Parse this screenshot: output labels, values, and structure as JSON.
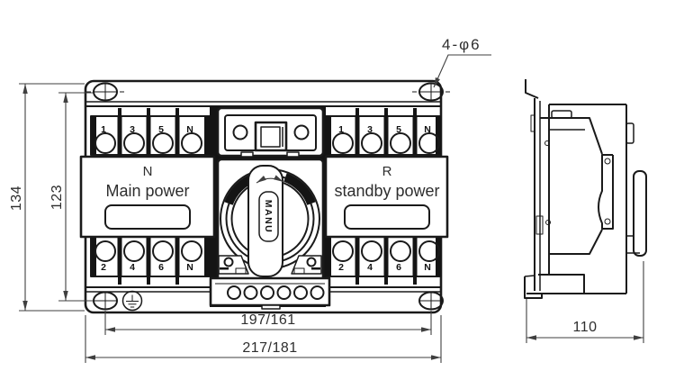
{
  "front_view": {
    "left_switch": {
      "tag": "N",
      "name": "Main power"
    },
    "right_switch": {
      "tag": "R",
      "name": "standby power"
    },
    "knob": {
      "label": "MANU"
    },
    "terminals": {
      "top_left": [
        "1",
        "3",
        "5",
        "N"
      ],
      "top_right": [
        "1",
        "3",
        "5",
        "N"
      ],
      "bottom_left": [
        "2",
        "4",
        "6",
        "N"
      ],
      "bottom_right": [
        "2",
        "4",
        "6",
        "N"
      ]
    }
  },
  "dimensions": {
    "hole_callout": "4-φ6",
    "overall_height": "134",
    "mount_hole_height": "123",
    "mount_hole_width": "197/161",
    "overall_width": "217/181",
    "side_depth": "110"
  }
}
